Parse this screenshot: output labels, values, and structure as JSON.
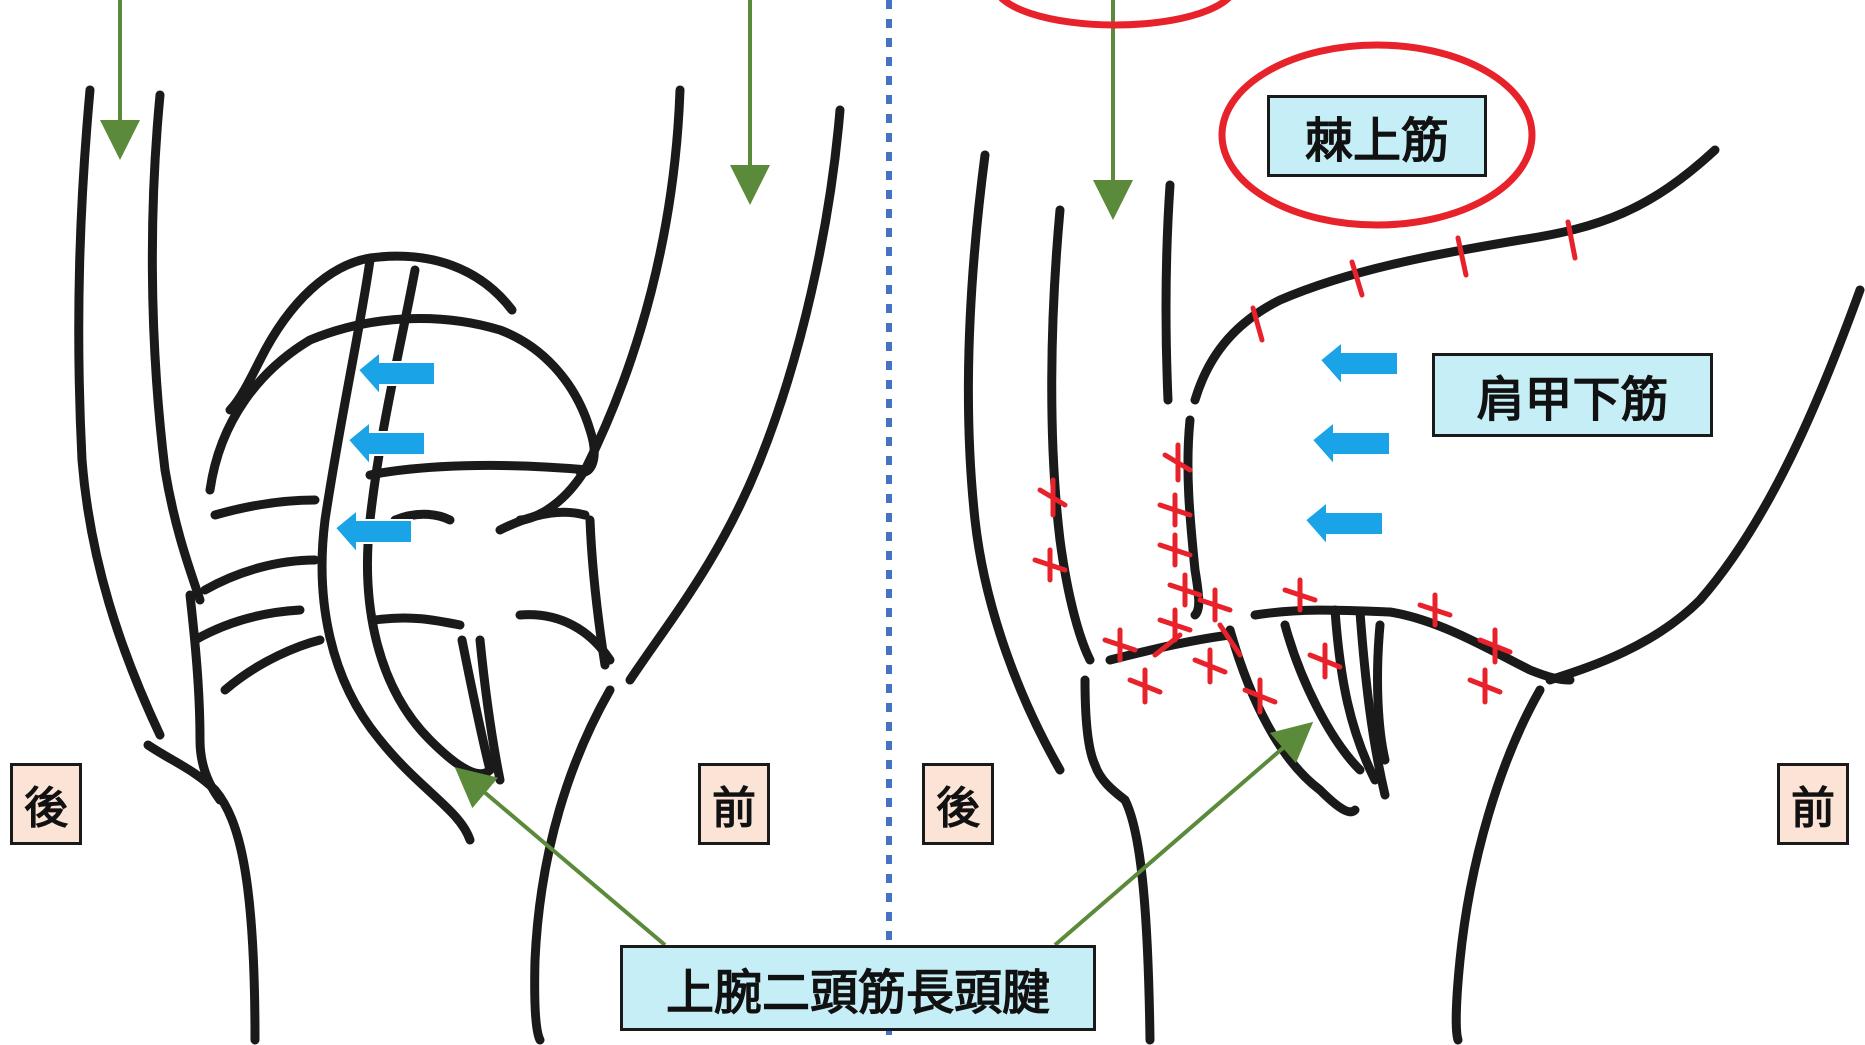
{
  "labels": {
    "posterior_left": "後",
    "anterior_left": "前",
    "posterior_right": "後",
    "anterior_right": "前",
    "supraspinatus": "棘上筋",
    "subscapularis": "肩甲下筋",
    "biceps_long_head_tendon": "上腕二頭筋長頭腱"
  },
  "colors": {
    "outline": "#1a1a1a",
    "green_arrow": "#5a8a3a",
    "blue_arrow": "#1aa3e6",
    "red_mark": "#e8222a",
    "divider": "#4472c4",
    "label_cyan": "#c6eef6",
    "label_peach": "#fbe3d6"
  }
}
